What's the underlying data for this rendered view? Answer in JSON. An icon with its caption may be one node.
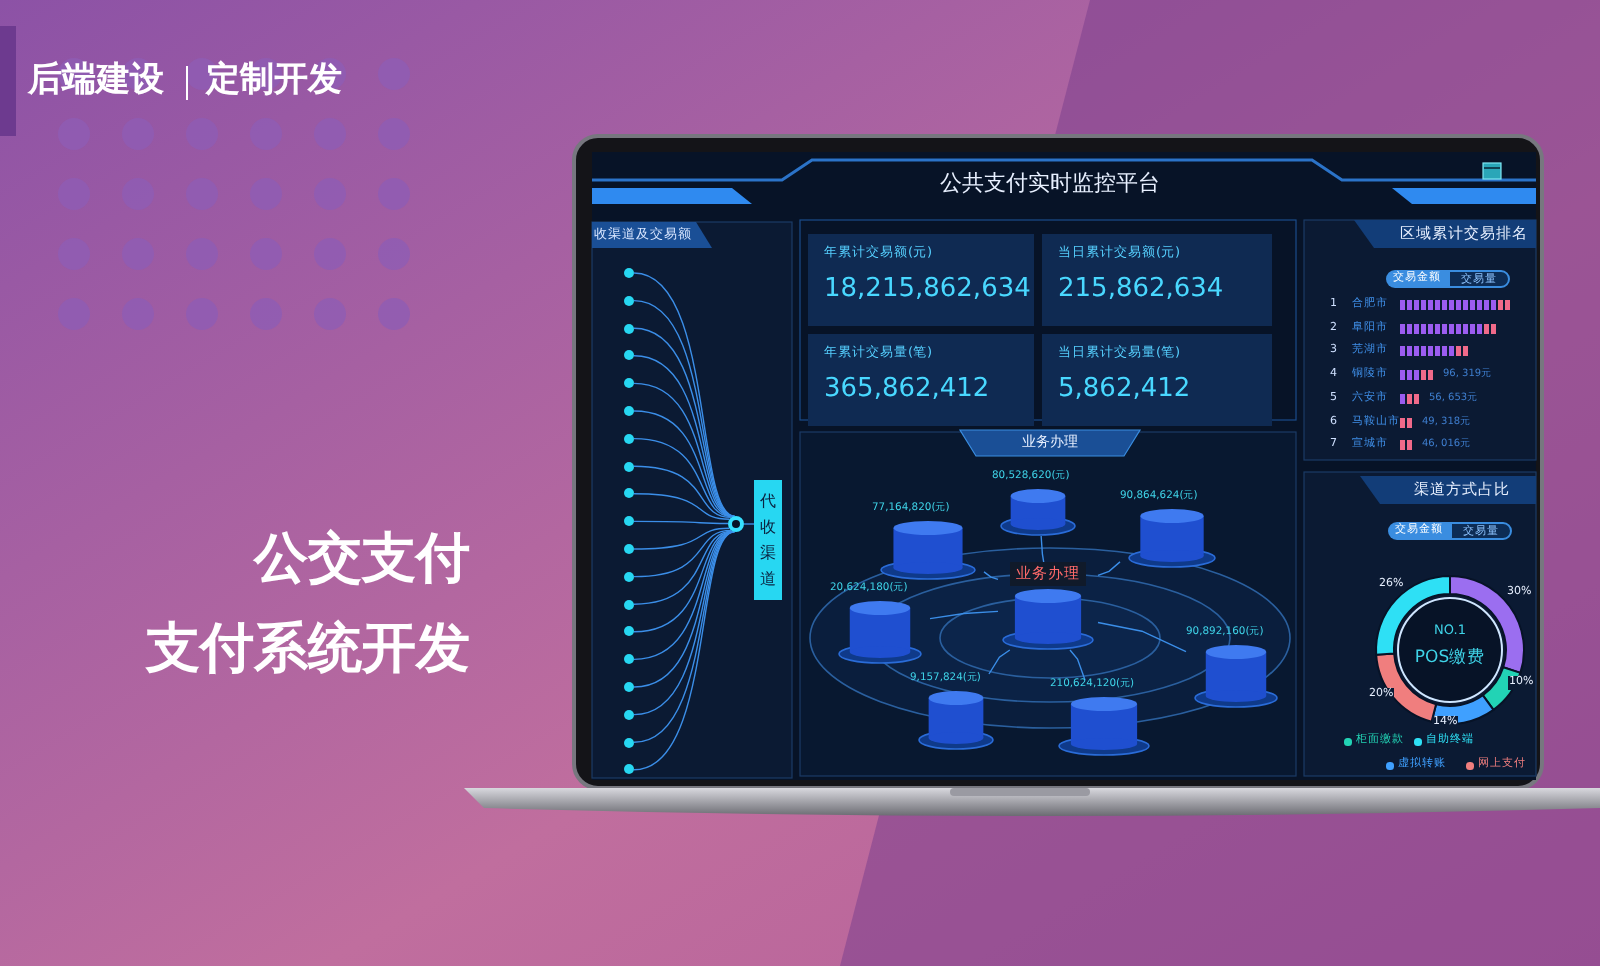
{
  "diagram": {
    "nodes": [
      {
        "text": [
          "年累计交易额(元)",
          "18,215,862,634"
        ]
      },
      {
        "text": [
          "当日累计交易额(元)",
          "215,862,634"
        ]
      },
      {
        "text": [
          "年累计交易量(笔)",
          "365,862,412"
        ]
      },
      {
        "text": [
          "当日累计交易量(笔)",
          "5,862,412"
        ]
      },
      {
        "text": [
          "代收渠道"
        ]
      },
      {
        "text": [],
        "shape": "circle"
      },
      {
        "text": [],
        "shape": "circle"
      },
      {
        "text": [],
        "shape": "circle"
      },
      {
        "text": [],
        "shape": "circle"
      },
      {
        "text": [],
        "shape": "circle"
      },
      {
        "text": [],
        "shape": "circle"
      },
      {
        "text": [],
        "shape": "circle"
      },
      {
        "text": [],
        "shape": "circle"
      },
      {
        "text": [],
        "shape": "circle"
      },
      {
        "text": [],
        "shape": "circle"
      },
      {
        "text": [],
        "shape": "circle"
      },
      {
        "text": [],
        "shape": "circle"
      },
      {
        "text": [],
        "shape": "circle"
      },
      {
        "text": [],
        "shape": "circle"
      },
      {
        "text": [],
        "shape": "circle"
      },
      {
        "text": [],
        "shape": "circle"
      },
      {
        "text": [],
        "shape": "circle"
      },
      {
        "text": [],
        "shape": "circle"
      },
      {
        "text": [],
        "shape": "circle"
      },
      {
        "text": [],
        "shape": "circle"
      },
      {
        "text": [
          "业务办理"
        ]
      },
      {
        "text": [
          "80,528,620(元)"
        ]
      },
      {
        "text": [
          "90,864,624(元)"
        ]
      },
      {
        "text": [
          "77,164,820(元)"
        ]
      },
      {
        "text": [
          "20,624,180(元)"
        ]
      },
      {
        "text": [
          "90,892,160(元)"
        ]
      },
      {
        "text": [
          "9,157,824(元)"
        ]
      },
      {
        "text": [
          "210,624,120(元)"
        ]
      },
      {
        "text": [
          "NO.1",
          "POS缴费"
        ]
      }
    ],
    "edges": [
      {
        "from": 6,
        "to": 5,
        "arrow": "none"
      },
      {
        "from": 7,
        "to": 5,
        "arrow": "none"
      },
      {
        "from": 8,
        "to": 5,
        "arrow": "none"
      },
      {
        "from": 9,
        "to": 5,
        "arrow": "none"
      },
      {
        "from": 10,
        "to": 5,
        "arrow": "none"
      },
      {
        "from": 11,
        "to": 5,
        "arrow": "none"
      },
      {
        "from": 12,
        "to": 5,
        "arrow": "none"
      },
      {
        "from": 13,
        "to": 5,
        "arrow": "none"
      },
      {
        "from": 14,
        "to": 5,
        "arrow": "none"
      },
      {
        "from": 15,
        "to": 5,
        "arrow": "none"
      },
      {
        "from": 16,
        "to": 5,
        "arrow": "none"
      },
      {
        "from": 17,
        "to": 5,
        "arrow": "none"
      },
      {
        "from": 18,
        "to": 5,
        "arrow": "none"
      },
      {
        "from": 19,
        "to": 5,
        "arrow": "none"
      },
      {
        "from": 20,
        "to": 5,
        "arrow": "none"
      },
      {
        "from": 21,
        "to": 5,
        "arrow": "none"
      },
      {
        "from": 22,
        "to": 5,
        "arrow": "none"
      },
      {
        "from": 23,
        "to": 5,
        "arrow": "none"
      },
      {
        "from": 24,
        "to": 5,
        "arrow": "none"
      },
      {
        "from": 5,
        "to": 4,
        "arrow": "none"
      },
      {
        "from": 25,
        "to": 26,
        "arrow": "none"
      },
      {
        "from": 25,
        "to": 27,
        "arrow": "none"
      },
      {
        "from": 25,
        "to": 28,
        "arrow": "none"
      },
      {
        "from": 25,
        "to": 29,
        "arrow": "none"
      },
      {
        "from": 25,
        "to": 30,
        "arrow": "none"
      },
      {
        "from": 25,
        "to": 31,
        "arrow": "none"
      },
      {
        "from": 25,
        "to": 32,
        "arrow": "none"
      }
    ],
    "labels": [
      "后端建设",
      "定制开发",
      "公交支付",
      "支付系统开发",
      "公共支付实时监控平台",
      "收渠道及交易额",
      "业务办理",
      "区域累计交易排名",
      "交易金额",
      "交易量",
      "1",
      "合肥市",
      "2",
      "阜阳市",
      "3",
      "芜湖市",
      "4",
      "铜陵市",
      "96, 319元",
      "5",
      "六安市",
      "56, 653元",
      "6",
      "马鞍山市",
      "49, 318元",
      "7",
      "宣城市",
      "46, 016元",
      "渠道方式占比",
      "交易金额",
      "交易量",
      "26%",
      "30%",
      "10%",
      "14%",
      "20%"
    ],
    "legend": [
      {
        "text": "柜面缴款",
        "color": "#22d3b5"
      },
      {
        "text": "自助终端",
        "color": "#2ee0f5"
      },
      {
        "text": "虚拟转账",
        "color": "#3fa0ff"
      },
      {
        "text": "网上支付",
        "color": "#f07e7e"
      }
    ]
  }
}
